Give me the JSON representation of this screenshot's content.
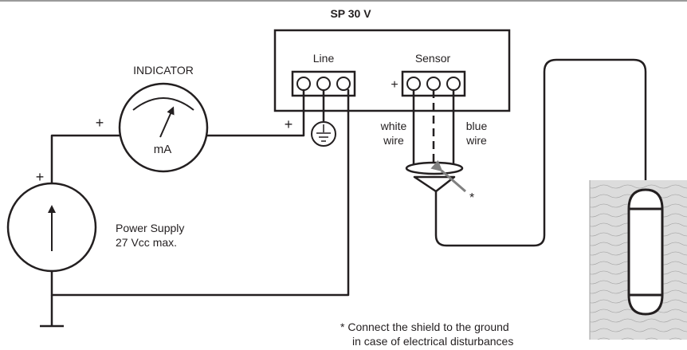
{
  "device": {
    "title": "SP 30 V",
    "line_label": "Line",
    "sensor_label": "Sensor"
  },
  "indicator": {
    "label": "INDICATOR",
    "unit": "mA"
  },
  "power_supply": {
    "line1": "Power Supply",
    "line2": "27 Vcc max."
  },
  "wires": {
    "white_1": "white",
    "white_2": "wire",
    "blue_1": "blue",
    "blue_2": "wire"
  },
  "polarity": {
    "plus": "+"
  },
  "shield_mark": "*",
  "note": {
    "line1": "*  Connect the shield to the ground",
    "line2": "in case of electrical disturbances"
  },
  "colors": {
    "ink": "#231f20",
    "shield_arrow": "#808080",
    "tank": "#dcdcdc"
  }
}
